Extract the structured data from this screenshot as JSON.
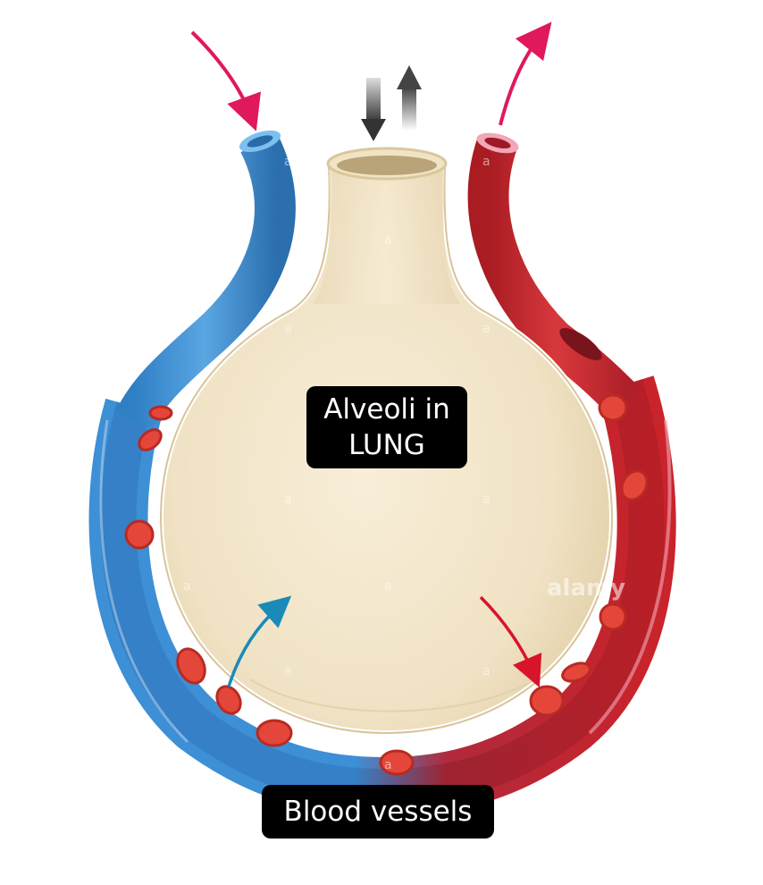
{
  "labels": {
    "alveoli_line1": "Alveoli in",
    "alveoli_line2": "LUNG",
    "blood_vessels": "Blood vessels"
  },
  "watermark": "alamy",
  "colors": {
    "vein_blue": "#3f8fd4",
    "artery_red": "#c8252c",
    "alveolus": "#f4e8cf",
    "blood_cell": "#e4473a",
    "arrow_pink": "#e0185c",
    "arrow_teal": "#1a8ab8",
    "arrow_red": "#d8142a",
    "arrow_gray": "#444444"
  },
  "icons": [
    "air-in-arrow-icon",
    "air-out-arrow-icon",
    "blood-in-arrow-icon",
    "blood-out-arrow-icon",
    "co2-arrow-icon",
    "o2-arrow-icon"
  ]
}
